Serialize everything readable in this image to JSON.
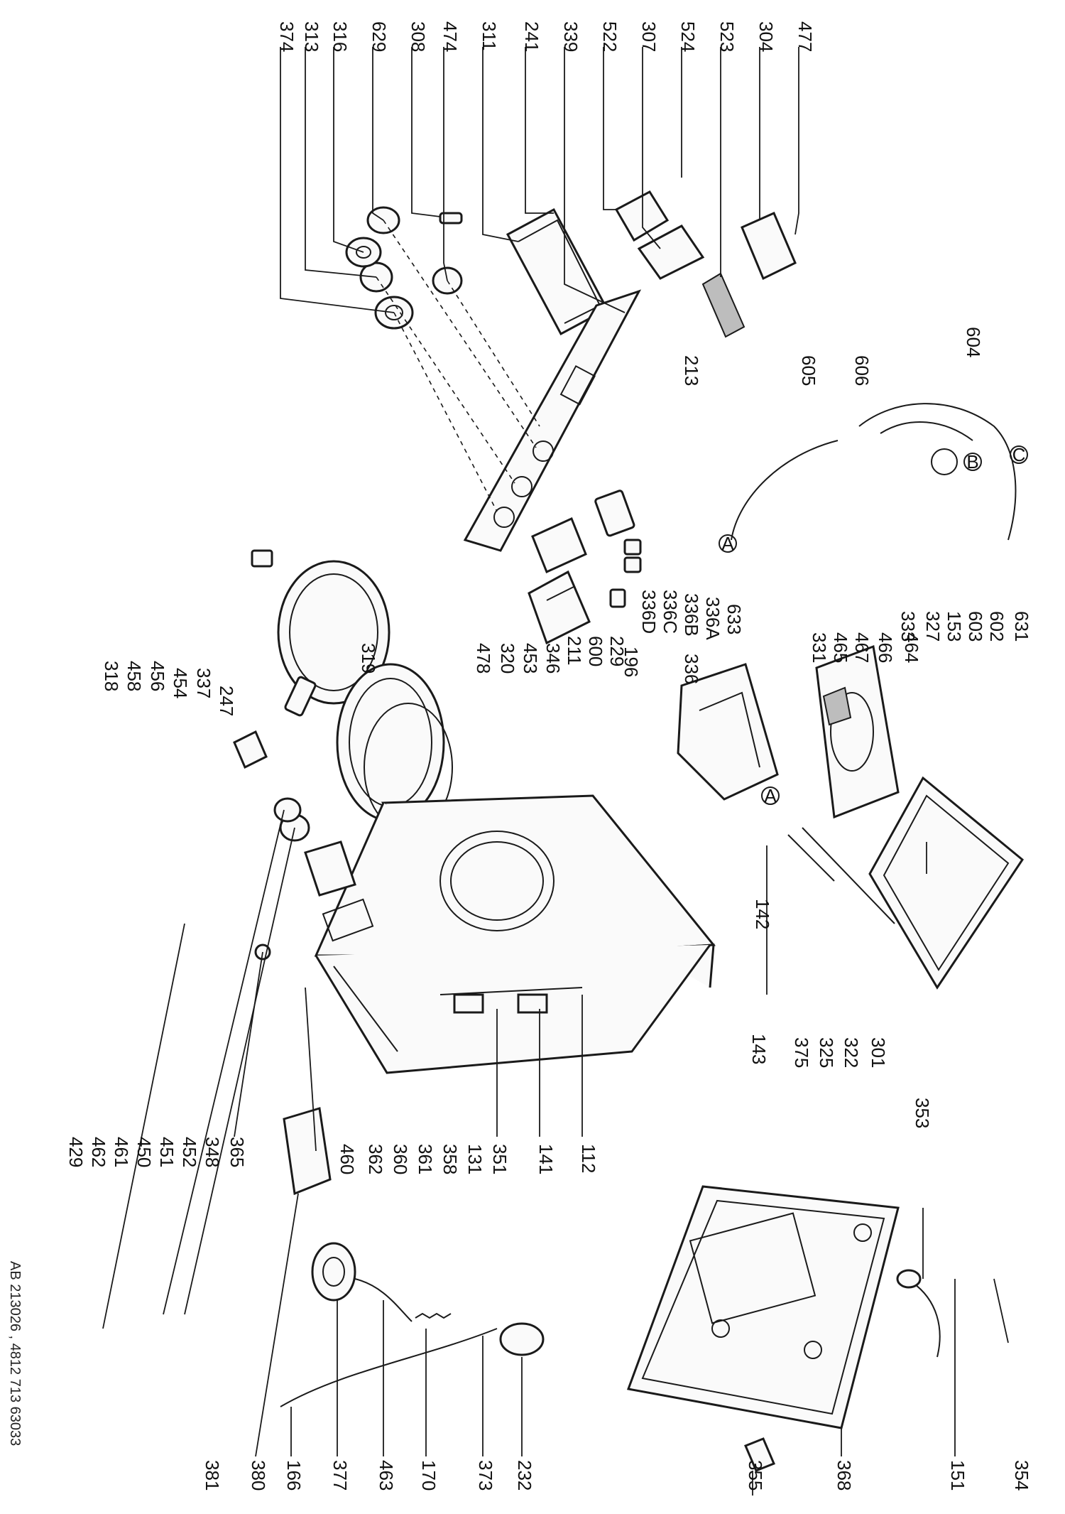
{
  "footer": "AB 213026 , 4812 713 63033",
  "labels": [
    {
      "id": "374",
      "text": "374"
    },
    {
      "id": "313",
      "text": "313"
    },
    {
      "id": "316",
      "text": "316"
    },
    {
      "id": "629",
      "text": "629"
    },
    {
      "id": "308",
      "text": "308"
    },
    {
      "id": "474",
      "text": "474"
    },
    {
      "id": "311",
      "text": "311"
    },
    {
      "id": "241",
      "text": "241"
    },
    {
      "id": "339",
      "text": "339"
    },
    {
      "id": "522",
      "text": "522"
    },
    {
      "id": "307",
      "text": "307"
    },
    {
      "id": "524",
      "text": "524"
    },
    {
      "id": "523",
      "text": "523"
    },
    {
      "id": "304",
      "text": "304"
    },
    {
      "id": "477",
      "text": "477"
    },
    {
      "id": "213",
      "text": "213"
    },
    {
      "id": "604",
      "text": "604"
    },
    {
      "id": "606",
      "text": "606"
    },
    {
      "id": "605",
      "text": "605"
    },
    {
      "id": "633",
      "text": "633"
    },
    {
      "id": "336A",
      "text": "336A"
    },
    {
      "id": "336B",
      "text": "336B"
    },
    {
      "id": "336C",
      "text": "336C"
    },
    {
      "id": "336D",
      "text": "336D"
    },
    {
      "id": "336",
      "text": "336"
    },
    {
      "id": "229",
      "text": "229"
    },
    {
      "id": "600",
      "text": "600"
    },
    {
      "id": "211",
      "text": "211"
    },
    {
      "id": "346",
      "text": "346"
    },
    {
      "id": "196",
      "text": "196"
    },
    {
      "id": "453",
      "text": "453"
    },
    {
      "id": "320",
      "text": "320"
    },
    {
      "id": "478",
      "text": "478"
    },
    {
      "id": "319",
      "text": "319"
    },
    {
      "id": "247",
      "text": "247"
    },
    {
      "id": "337",
      "text": "337"
    },
    {
      "id": "454",
      "text": "454"
    },
    {
      "id": "456",
      "text": "456"
    },
    {
      "id": "458",
      "text": "458"
    },
    {
      "id": "318",
      "text": "318"
    },
    {
      "id": "333",
      "text": "333"
    },
    {
      "id": "327",
      "text": "327"
    },
    {
      "id": "153",
      "text": "153"
    },
    {
      "id": "603",
      "text": "603"
    },
    {
      "id": "602",
      "text": "602"
    },
    {
      "id": "631",
      "text": "631"
    },
    {
      "id": "331",
      "text": "331"
    },
    {
      "id": "465",
      "text": "465"
    },
    {
      "id": "467",
      "text": "467"
    },
    {
      "id": "466",
      "text": "466"
    },
    {
      "id": "464",
      "text": "464"
    },
    {
      "id": "142",
      "text": "142"
    },
    {
      "id": "143",
      "text": "143"
    },
    {
      "id": "375",
      "text": "375"
    },
    {
      "id": "325",
      "text": "325"
    },
    {
      "id": "322",
      "text": "322"
    },
    {
      "id": "301",
      "text": "301"
    },
    {
      "id": "353",
      "text": "353"
    },
    {
      "id": "354",
      "text": "354"
    },
    {
      "id": "151",
      "text": "151"
    },
    {
      "id": "368",
      "text": "368"
    },
    {
      "id": "355",
      "text": "355"
    },
    {
      "id": "232",
      "text": "232"
    },
    {
      "id": "373",
      "text": "373"
    },
    {
      "id": "170",
      "text": "170"
    },
    {
      "id": "463",
      "text": "463"
    },
    {
      "id": "377",
      "text": "377"
    },
    {
      "id": "166",
      "text": "166"
    },
    {
      "id": "380",
      "text": "380"
    },
    {
      "id": "381",
      "text": "381"
    },
    {
      "id": "460",
      "text": "460"
    },
    {
      "id": "362",
      "text": "362"
    },
    {
      "id": "360",
      "text": "360"
    },
    {
      "id": "361",
      "text": "361"
    },
    {
      "id": "358",
      "text": "358"
    },
    {
      "id": "131",
      "text": "131"
    },
    {
      "id": "351",
      "text": "351"
    },
    {
      "id": "141",
      "text": "141"
    },
    {
      "id": "112",
      "text": "112"
    },
    {
      "id": "365",
      "text": "365"
    },
    {
      "id": "348",
      "text": "348"
    },
    {
      "id": "452",
      "text": "452"
    },
    {
      "id": "451",
      "text": "451"
    },
    {
      "id": "450",
      "text": "450"
    },
    {
      "id": "461",
      "text": "461"
    },
    {
      "id": "462",
      "text": "462"
    },
    {
      "id": "429",
      "text": "429"
    }
  ],
  "callouts": [
    "A",
    "B",
    "C",
    "A"
  ]
}
